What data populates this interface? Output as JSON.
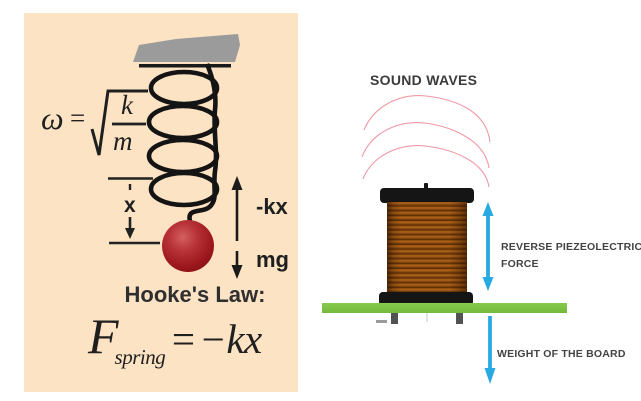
{
  "left_panel": {
    "bg_color": "#FBE3C4",
    "omega_formula": {
      "omega": "ω",
      "equals": "=",
      "numerator": "k",
      "denominator": "m"
    },
    "displacement_label": "x",
    "spring_force_label": "-kx",
    "gravity_label": "mg",
    "hookes_law_title": "Hooke's Law:",
    "hookes_formula": {
      "f": "F",
      "subscript": "spring",
      "rhs": "= −kx"
    },
    "ball_color": "#9c181d"
  },
  "right_panel": {
    "sound_waves_label": "SOUND WAVES",
    "reverse_force_label_line1": "REVERSE PIEZEOLECTRIC",
    "reverse_force_label_line2": "FORCE",
    "weight_label": "WEIGHT OF THE BOARD",
    "board_color": "#7CC242",
    "arrow_color": "#29A9E1",
    "wave_color": "#F09AA5",
    "coil_color": "#94510F"
  }
}
